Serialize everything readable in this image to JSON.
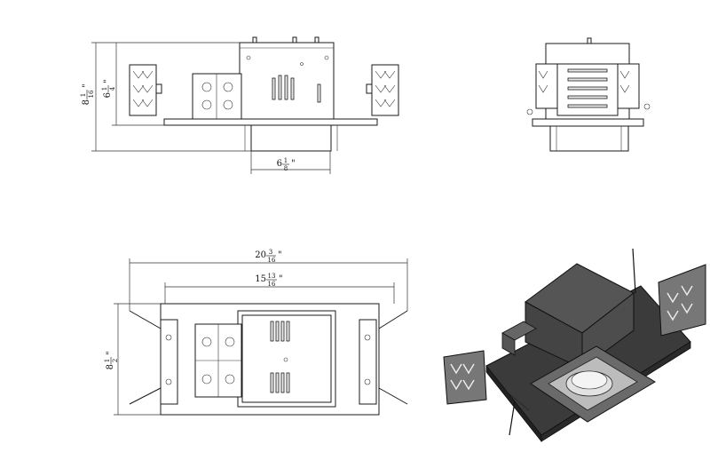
{
  "drawing": {
    "front_view": {
      "height_total": {
        "whole": "8",
        "num": "1",
        "den": "16",
        "unit": "\""
      },
      "height_box": {
        "whole": "6",
        "num": "1",
        "den": "4",
        "unit": "\""
      },
      "aperture_width": {
        "whole": "6",
        "num": "1",
        "den": "8",
        "unit": "\""
      }
    },
    "top_view": {
      "overall_width": {
        "whole": "20",
        "num": "3",
        "den": "16",
        "unit": "\""
      },
      "frame_width": {
        "whole": "15",
        "num": "13",
        "den": "16",
        "unit": "\""
      },
      "frame_depth": {
        "whole": "8",
        "num": "1",
        "den": "2",
        "unit": "\""
      }
    },
    "views": [
      "front-elevation",
      "side-elevation",
      "top-plan",
      "isometric"
    ]
  }
}
